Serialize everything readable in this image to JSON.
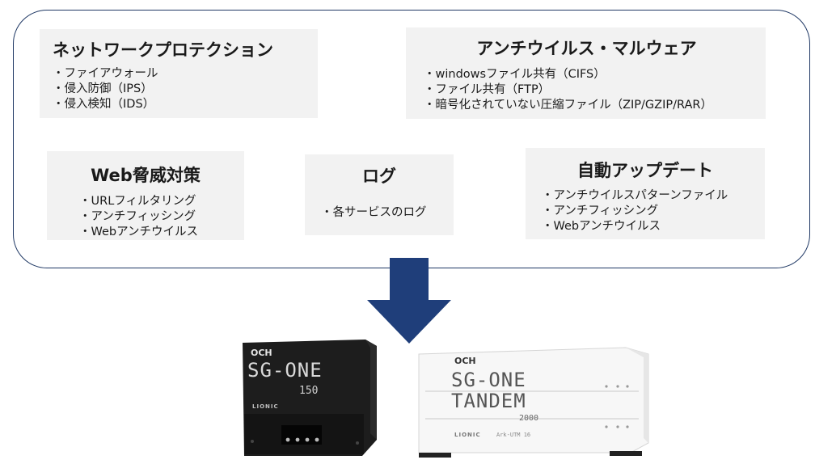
{
  "cards": {
    "network": {
      "title": "ネットワークプロテクション",
      "items": [
        "ファイアウォール",
        "侵入防御（IPS）",
        "侵入検知（IDS）"
      ]
    },
    "antivirus": {
      "title": "アンチウイルス・マルウェア",
      "items": [
        "windowsファイル共有（CIFS）",
        "ファイル共有（FTP）",
        "暗号化されていない圧縮ファイル（ZIP/GZIP/RAR）"
      ]
    },
    "web": {
      "title": "Web脅威対策",
      "items": [
        "URLフィルタリング",
        "アンチフィッシング",
        "Webアンチウイルス"
      ]
    },
    "log": {
      "title": "ログ",
      "items": [
        "各サービスのログ"
      ]
    },
    "update": {
      "title": "自動アップデート",
      "items": [
        "アンチウイルスパターンファイル",
        "アンチフィッシング",
        "Webアンチウイルス"
      ]
    }
  },
  "colors": {
    "frame_border": "#1f3864",
    "arrow": "#1f3e7a",
    "card_bg": "#f2f2f2"
  },
  "devices": {
    "small": {
      "logo": "OCH",
      "name": "SG-ONE",
      "model": "150",
      "brand": "LIONIC"
    },
    "large": {
      "logo": "OCH",
      "name_line1": "SG-ONE",
      "name_line2": "TANDEM",
      "model": "2000",
      "brand": "LIONIC",
      "sub": "Ark-UTM 16"
    }
  }
}
